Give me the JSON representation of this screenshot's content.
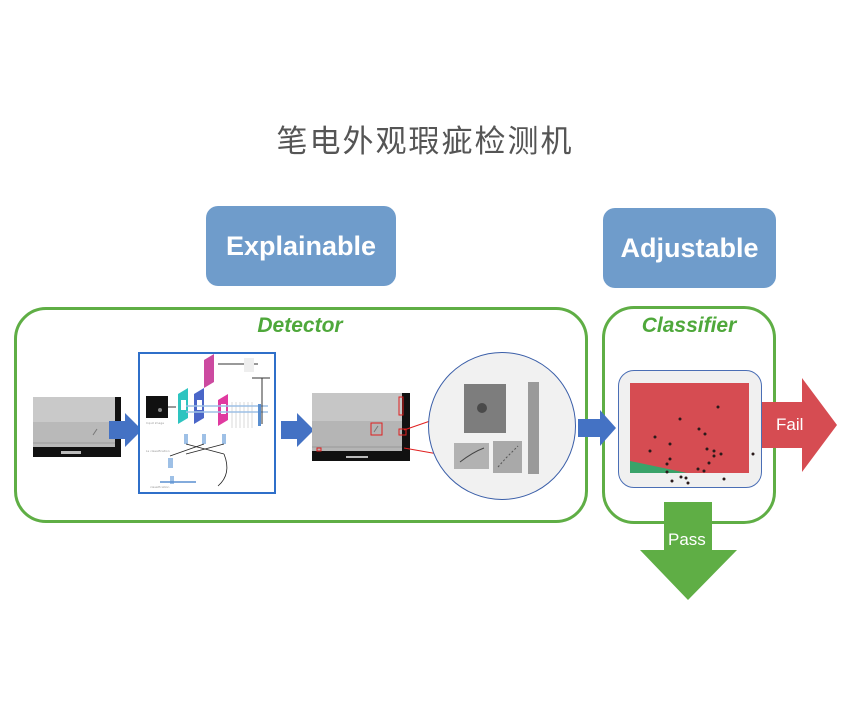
{
  "title": "笔电外观瑕疵检测机",
  "tags": {
    "explainable": "Explainable",
    "adjustable": "Adjustable"
  },
  "groups": {
    "detector": "Detector",
    "classifier": "Classifier"
  },
  "outcomes": {
    "fail": "Fail",
    "pass": "Pass"
  },
  "colors": {
    "tag_blue": "#6f9ccb",
    "group_green": "#5fae45",
    "arrow_blue": "#4472c4",
    "fail_red": "#d64c52",
    "pass_green": "#5fae45",
    "classifier_fail_region": "#d64c52",
    "classifier_pass_region": "#3aa36a"
  }
}
